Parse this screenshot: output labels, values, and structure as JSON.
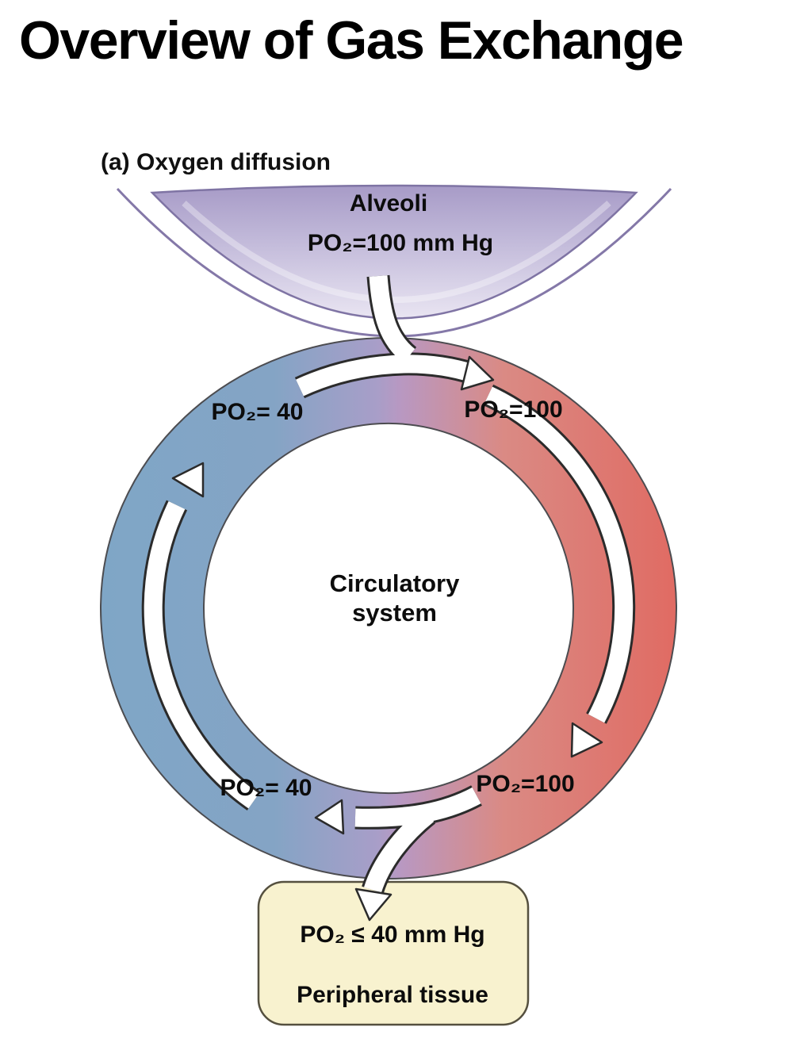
{
  "title": "Overview of Gas Exchange",
  "panel_label": "(a) Oxygen diffusion",
  "alveoli": {
    "label": "Alveoli",
    "po2": "PO₂=100 mm Hg"
  },
  "ring": {
    "center_label": "Circulatory system",
    "top_left_po2": "PO₂= 40",
    "top_right_po2": "PO₂=100",
    "bottom_left_po2": "PO₂= 40",
    "bottom_right_po2": "PO₂=100"
  },
  "peripheral_tissue": {
    "po2": "PO₂ ≤ 40 mm Hg",
    "label": "Peripheral tissue"
  },
  "colors": {
    "deoxygenated_blue": "#7FA6C6",
    "oxygenated_red": "#E06B63",
    "blend_purple": "#AF9DC6",
    "alveoli_purple": "#B3A8D0",
    "tissue_cream": "#F8F2CF",
    "arrow_white": "#FFFFFF",
    "outline_dark": "#2B2B2B"
  }
}
